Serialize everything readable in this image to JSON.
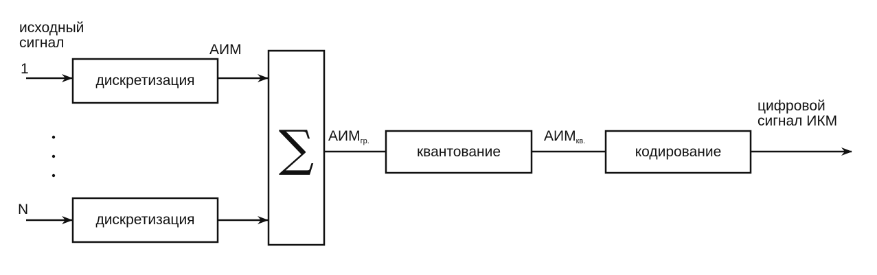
{
  "source_label": {
    "line1": "исходный",
    "line2": "сигнал"
  },
  "channels": {
    "first": "1",
    "last": "N"
  },
  "dots": "· · ·",
  "aim_label": "АИМ",
  "sampling_block": {
    "label": "дискретизация"
  },
  "sum_symbol": "∑",
  "aim_group": {
    "main": "АИМ",
    "sub": "гр."
  },
  "quantization_block": {
    "label": "квантование"
  },
  "aim_quant": {
    "main": "АИМ",
    "sub": "кв."
  },
  "coding_block": {
    "label": "кодирование"
  },
  "output_label": {
    "line1": "цифровой",
    "line2": "сигнал ИКМ"
  }
}
